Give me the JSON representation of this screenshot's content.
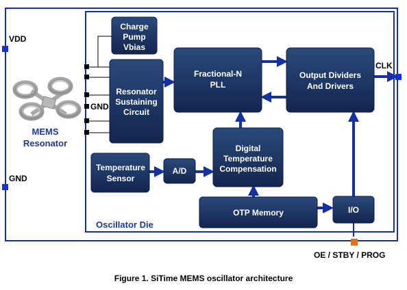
{
  "pins": {
    "vdd": "VDD",
    "gnd_left": "GND",
    "clk": "CLK",
    "oe": "OE / STBY / PROG",
    "gnd_inner": "GND"
  },
  "resonator": {
    "line1": "MEMS",
    "line2": "Resonator"
  },
  "die_label": "Oscillator Die",
  "blocks": {
    "charge_pump": [
      "Charge",
      "Pump",
      "Vbias"
    ],
    "sustaining": [
      "Resonator",
      "Sustaining",
      "Circuit"
    ],
    "pll": [
      "Fractional-N",
      "PLL"
    ],
    "output": [
      "Output Dividers",
      "And Drivers"
    ],
    "temp_sensor": [
      "Temperature",
      "Sensor"
    ],
    "ad": [
      "A/D"
    ],
    "dtc": [
      "Digital",
      "Temperature",
      "Compensation"
    ],
    "otp": [
      "OTP Memory"
    ],
    "io": [
      "I/O"
    ]
  },
  "caption": "Figure 1. SiTime MEMS oscillator architecture"
}
